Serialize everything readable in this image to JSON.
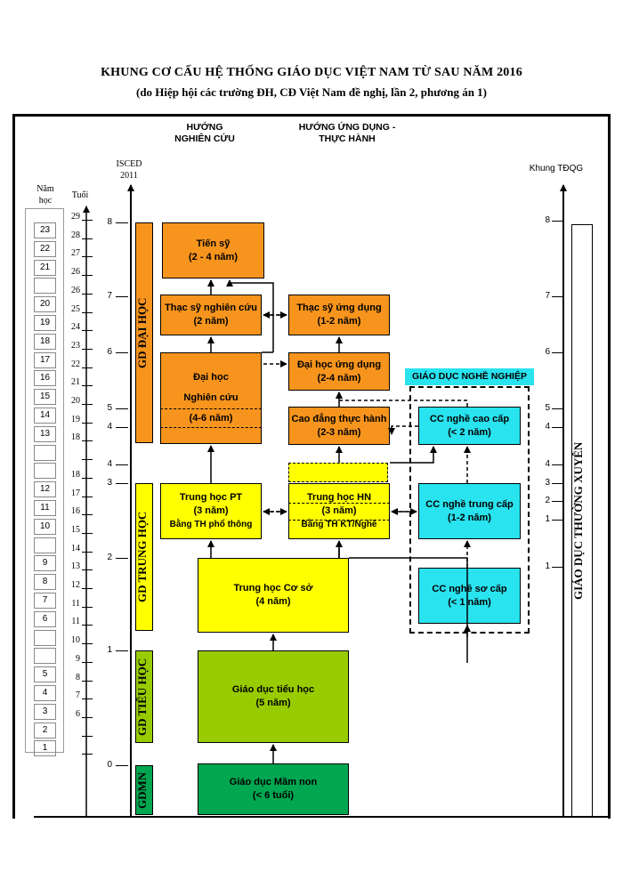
{
  "title": "KHUNG CƠ CẤU HỆ THỐNG GIÁO DỤC VIỆT NAM TỪ SAU NĂM 2016",
  "subtitle": "(do Hiệp hội các trường ĐH, CĐ Việt Nam đề nghị, lần 2, phương án 1)",
  "headers": {
    "research": [
      "HƯỚNG",
      "NGHIÊN CỨU"
    ],
    "applied": [
      "HƯỚNG ỨNG DỤNG -",
      "THỰC HÀNH"
    ],
    "isced": [
      "ISCED",
      "2011"
    ],
    "nqf": "Khung TĐQG",
    "school_year": [
      "Năm",
      "học"
    ],
    "age": "Tuổi",
    "vocational": "GIÁO DỤC NGHỀ NGHIỆP"
  },
  "level_bars": {
    "university": "GD ĐẠI HỌC",
    "secondary": "GD TRUNG HỌC",
    "primary": "GD TIỂU HỌC",
    "preschool": "GDMN",
    "continuing": "GIÁO DỤC THƯỜNG XUYÊN"
  },
  "boxes": {
    "phd": [
      "Tiến sỹ",
      "(2 - 4 năm)"
    ],
    "msc_research": [
      "Thạc sỹ nghiên cứu",
      "(2 năm)"
    ],
    "msc_applied": [
      "Thạc sỹ ứng dụng",
      "(1-2 năm)"
    ],
    "uni_research": [
      "Đại học",
      "Nghiên cứu",
      "(4-6 năm)"
    ],
    "uni_applied": [
      "Đại học ứng dụng",
      "(2-4 năm)"
    ],
    "college": [
      "Cao đẳng thực hành",
      "(2-3 năm)"
    ],
    "high_school": [
      "Trung học PT",
      "(3 năm)",
      "Bằng TH phổ thông"
    ],
    "high_vocational": [
      "Trung học HN",
      "(3 năm)",
      "Bằng TH KT/Nghề"
    ],
    "lower_secondary": [
      "Trung học Cơ sở",
      "(4 năm)"
    ],
    "primary": [
      "Giáo dục tiểu học",
      "(5 năm)"
    ],
    "preschool": [
      "Giáo dục Mầm non",
      "(< 6 tuổi)"
    ],
    "cc_advanced": [
      "CC nghề cao cấp",
      "(< 2 năm)"
    ],
    "cc_intermediate": [
      "CC nghề trung cấp",
      "(1-2 năm)"
    ],
    "cc_elementary": [
      "CC nghề sơ cấp",
      "(< 1 năm)"
    ]
  },
  "school_years": [
    "23",
    "22",
    "21",
    "",
    "20",
    "19",
    "18",
    "17",
    "16",
    "15",
    "14",
    "13",
    "",
    "",
    "12",
    "11",
    "10",
    "",
    "9",
    "8",
    "7",
    "6",
    "",
    "",
    "5",
    "4",
    "3",
    "2",
    "1"
  ],
  "ages": [
    "29",
    "28",
    "27",
    "26",
    "26",
    "25",
    "24",
    "23",
    "22",
    "21",
    "20",
    "19",
    "18",
    "",
    "18",
    "17",
    "16",
    "15",
    "14",
    "13",
    "12",
    "11",
    "11",
    "10",
    "9",
    "8",
    "7",
    "6",
    "",
    ""
  ],
  "isced_labels": [
    "8",
    "7",
    "6",
    "5",
    "4",
    "4",
    "3",
    "2",
    "1",
    "0"
  ],
  "nqf_labels": [
    "8",
    "7",
    "6",
    "5",
    "4",
    "4",
    "3",
    "2",
    "1",
    "1"
  ],
  "colors": {
    "orange": "#f7941d",
    "yellow": "#ffff00",
    "lime": "#99cc00",
    "green": "#00a650",
    "cyan": "#29e3ef"
  }
}
